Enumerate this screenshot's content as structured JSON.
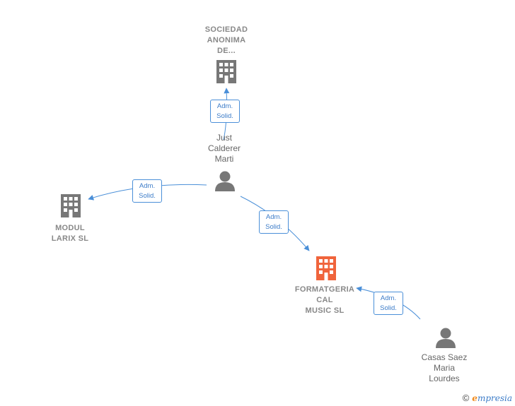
{
  "colors": {
    "edge": "#4a8fd8",
    "company_gray": "#777777",
    "company_focus": "#f0643c",
    "person_gray": "#777777"
  },
  "nodes": {
    "sociedad": {
      "label": "SOCIEDAD\nANONIMA\nDE...",
      "icon": "building-icon"
    },
    "just": {
      "label": "Just\nCalderer\nMarti",
      "icon": "person-icon"
    },
    "modul": {
      "label": "MODUL\nLARIX SL",
      "icon": "building-icon"
    },
    "formatgeria": {
      "label": "FORMATGERIA\nCAL\nMUSIC SL",
      "icon": "building-icon"
    },
    "casas": {
      "label": "Casas Saez\nMaria\nLourdes",
      "icon": "person-icon"
    }
  },
  "edges": [
    {
      "from": "just",
      "to": "sociedad",
      "label_line1": "Adm.",
      "label_line2": "Solid."
    },
    {
      "from": "just",
      "to": "modul",
      "label_line1": "Adm.",
      "label_line2": "Solid."
    },
    {
      "from": "just",
      "to": "formatgeria",
      "label_line1": "Adm.",
      "label_line2": "Solid."
    },
    {
      "from": "casas",
      "to": "formatgeria",
      "label_line1": "Adm.",
      "label_line2": "Solid."
    }
  ],
  "footer": {
    "copyright_symbol": "©",
    "brand_initial": "e",
    "brand_rest": "mpresia"
  }
}
